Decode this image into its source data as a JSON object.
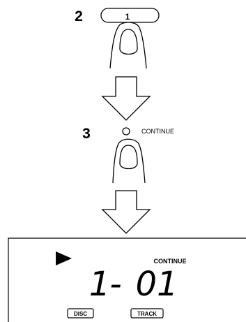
{
  "steps": [
    {
      "number": "2",
      "key_label": "1"
    },
    {
      "number": "3",
      "button_label": "CONTINUE"
    }
  ],
  "display": {
    "play_icon": "play-triangle-icon",
    "mode_indicator": "CONTINUE",
    "disc_number": "1",
    "separator": "-",
    "track_number": "01",
    "disc_tag": "DISC",
    "track_tag": "TRACK"
  }
}
